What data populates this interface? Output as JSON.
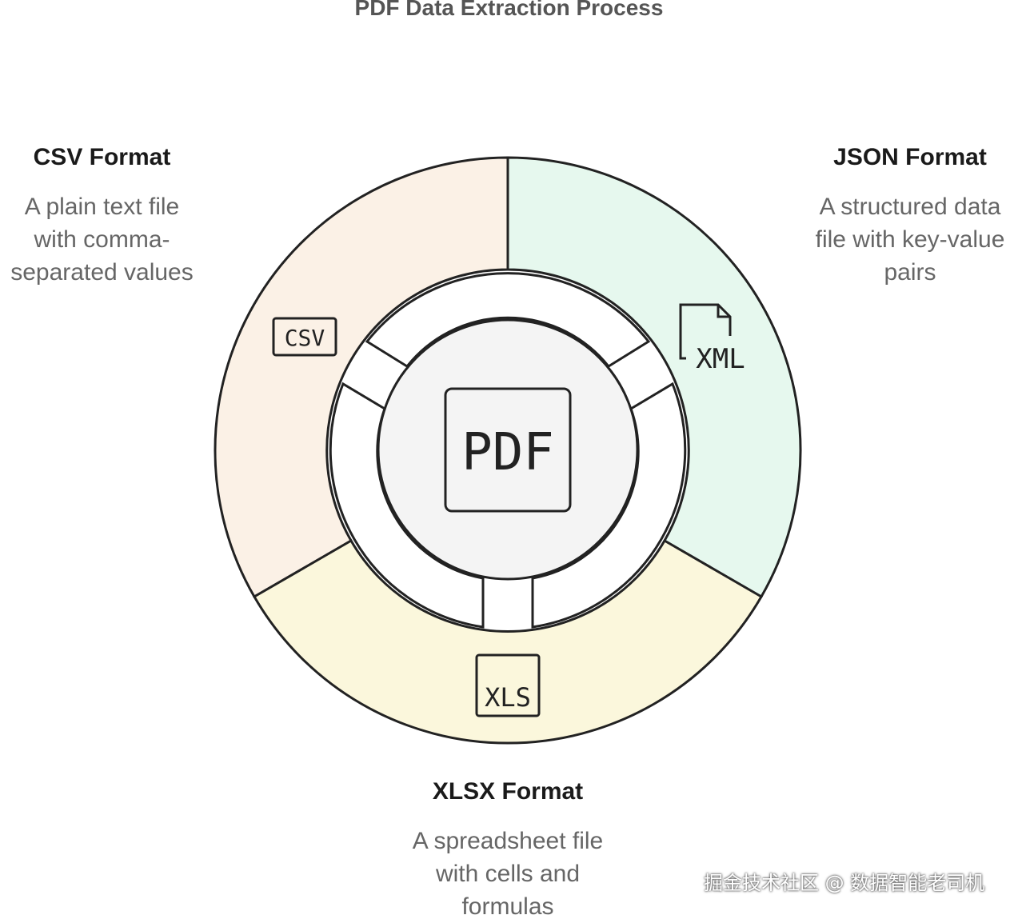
{
  "title": "PDF Data Extraction Process",
  "center": {
    "label": "PDF"
  },
  "segments": [
    {
      "heading": "CSV Format",
      "desc_lines": [
        "A plain text file",
        "with comma-",
        "separated values"
      ],
      "icon_label": "CSV",
      "color": "#fbf1e6"
    },
    {
      "heading": "JSON Format",
      "desc_lines": [
        "A structured data",
        "file with key-value",
        "pairs"
      ],
      "icon_label": "XML",
      "color": "#e6f8ee"
    },
    {
      "heading": "XLSX Format",
      "desc_lines": [
        "A spreadsheet file",
        "with cells and",
        "formulas"
      ],
      "icon_label": "XLS",
      "color": "#fbf7dc"
    }
  ],
  "watermark": "掘金技术社区 @ 数据智能老司机"
}
